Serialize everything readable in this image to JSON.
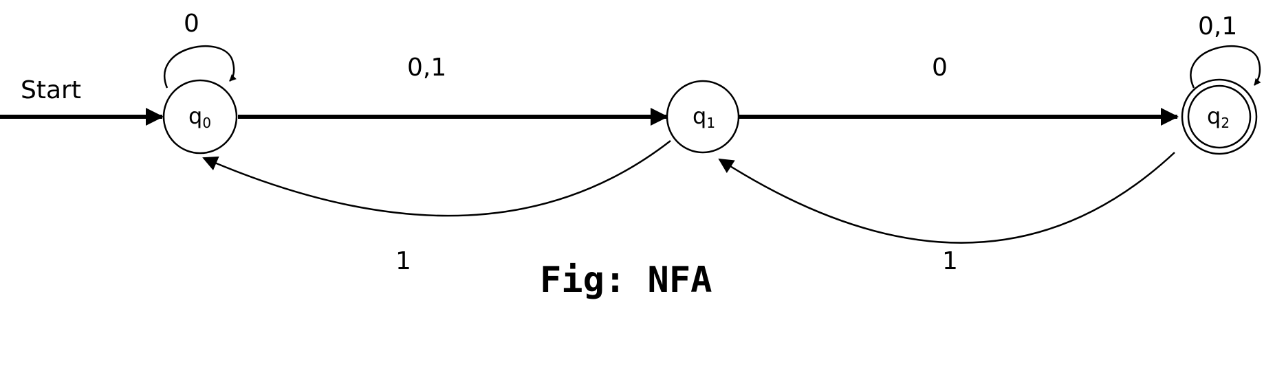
{
  "diagram": {
    "start_label": "Start",
    "states": [
      {
        "id": "q0",
        "name": "q",
        "sub": "0",
        "accepting": false
      },
      {
        "id": "q1",
        "name": "q",
        "sub": "1",
        "accepting": false
      },
      {
        "id": "q2",
        "name": "q",
        "sub": "2",
        "accepting": true
      }
    ],
    "transitions": [
      {
        "from": "q0",
        "to": "q0",
        "label": "0"
      },
      {
        "from": "q0",
        "to": "q1",
        "label": "0,1"
      },
      {
        "from": "q1",
        "to": "q2",
        "label": "0"
      },
      {
        "from": "q2",
        "to": "q2",
        "label": "0,1"
      },
      {
        "from": "q1",
        "to": "q0",
        "label": "1"
      },
      {
        "from": "q2",
        "to": "q1",
        "label": "1"
      }
    ],
    "caption": "Fig: NFA"
  }
}
